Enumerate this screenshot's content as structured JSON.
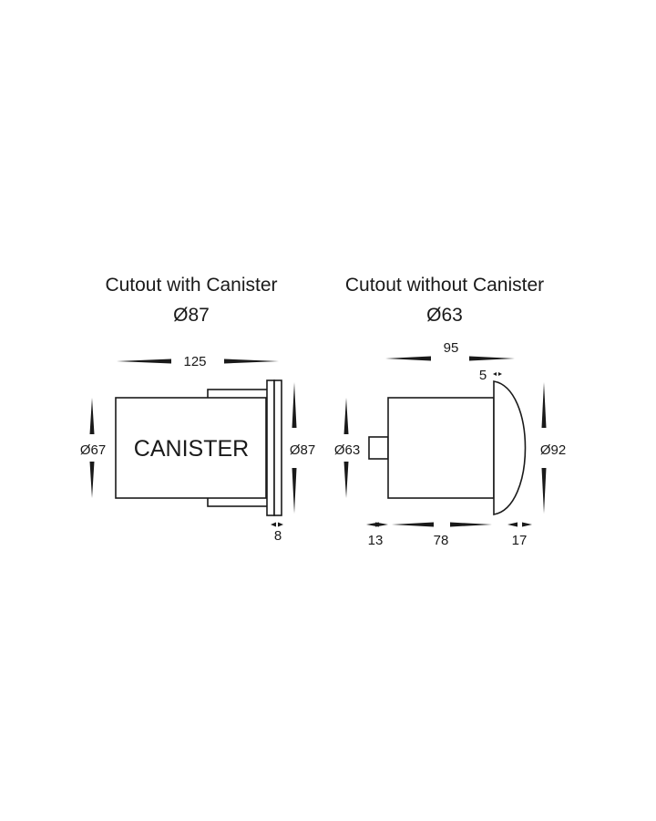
{
  "left": {
    "title": "Cutout with Canister",
    "cutout": "Ø87",
    "body_label": "CANISTER",
    "dims": {
      "length": "125",
      "diameter_body": "Ø67",
      "diameter_flange": "Ø87",
      "flange_thickness": "8"
    }
  },
  "right": {
    "title": "Cutout without Canister",
    "cutout": "Ø63",
    "dims": {
      "length": "95",
      "cap_gap": "5",
      "diameter_body": "Ø63",
      "diameter_cap": "Ø92",
      "stub": "13",
      "body": "78",
      "cap": "17"
    }
  }
}
